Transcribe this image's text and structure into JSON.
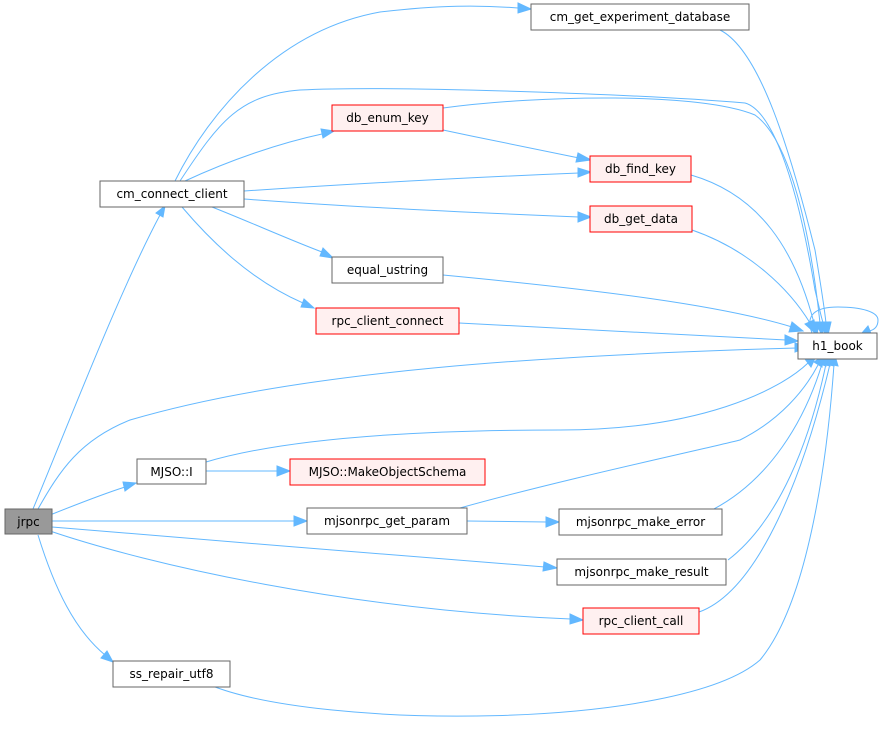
{
  "nodes": {
    "jrpc": {
      "label": "jrpc",
      "style": "current"
    },
    "cm_connect_client": {
      "label": "cm_connect_client",
      "style": "normal"
    },
    "cm_get_experiment_database": {
      "label": "cm_get_experiment_database",
      "style": "normal"
    },
    "db_enum_key": {
      "label": "db_enum_key",
      "style": "red"
    },
    "db_find_key": {
      "label": "db_find_key",
      "style": "red"
    },
    "db_get_data": {
      "label": "db_get_data",
      "style": "red"
    },
    "equal_ustring": {
      "label": "equal_ustring",
      "style": "normal"
    },
    "rpc_client_connect": {
      "label": "rpc_client_connect",
      "style": "red"
    },
    "h1_book": {
      "label": "h1_book",
      "style": "normal"
    },
    "mjso_i": {
      "label": "MJSO::I",
      "style": "normal"
    },
    "mjso_make_object_schema": {
      "label": "MJSO::MakeObjectSchema",
      "style": "red"
    },
    "mjsonrpc_get_param": {
      "label": "mjsonrpc_get_param",
      "style": "normal"
    },
    "mjsonrpc_make_error": {
      "label": "mjsonrpc_make_error",
      "style": "normal"
    },
    "mjsonrpc_make_result": {
      "label": "mjsonrpc_make_result",
      "style": "normal"
    },
    "rpc_client_call": {
      "label": "rpc_client_call",
      "style": "red"
    },
    "ss_repair_utf8": {
      "label": "ss_repair_utf8",
      "style": "normal"
    }
  },
  "edges": [
    [
      "jrpc",
      "cm_connect_client"
    ],
    [
      "jrpc",
      "h1_book"
    ],
    [
      "jrpc",
      "mjso_i"
    ],
    [
      "jrpc",
      "mjsonrpc_get_param"
    ],
    [
      "jrpc",
      "mjsonrpc_make_result"
    ],
    [
      "jrpc",
      "rpc_client_call"
    ],
    [
      "jrpc",
      "ss_repair_utf8"
    ],
    [
      "cm_connect_client",
      "cm_get_experiment_database"
    ],
    [
      "cm_connect_client",
      "db_enum_key"
    ],
    [
      "cm_connect_client",
      "db_find_key"
    ],
    [
      "cm_connect_client",
      "db_get_data"
    ],
    [
      "cm_connect_client",
      "equal_ustring"
    ],
    [
      "cm_connect_client",
      "rpc_client_connect"
    ],
    [
      "cm_connect_client",
      "h1_book"
    ],
    [
      "cm_get_experiment_database",
      "h1_book"
    ],
    [
      "db_enum_key",
      "db_find_key"
    ],
    [
      "db_enum_key",
      "h1_book"
    ],
    [
      "db_find_key",
      "h1_book"
    ],
    [
      "db_get_data",
      "h1_book"
    ],
    [
      "equal_ustring",
      "h1_book"
    ],
    [
      "rpc_client_connect",
      "h1_book"
    ],
    [
      "h1_book",
      "h1_book"
    ],
    [
      "mjso_i",
      "mjso_make_object_schema"
    ],
    [
      "mjso_i",
      "h1_book"
    ],
    [
      "mjsonrpc_get_param",
      "mjsonrpc_make_error"
    ],
    [
      "mjsonrpc_get_param",
      "h1_book"
    ],
    [
      "mjsonrpc_make_error",
      "h1_book"
    ],
    [
      "mjsonrpc_make_result",
      "h1_book"
    ],
    [
      "rpc_client_call",
      "h1_book"
    ],
    [
      "ss_repair_utf8",
      "h1_book"
    ]
  ]
}
